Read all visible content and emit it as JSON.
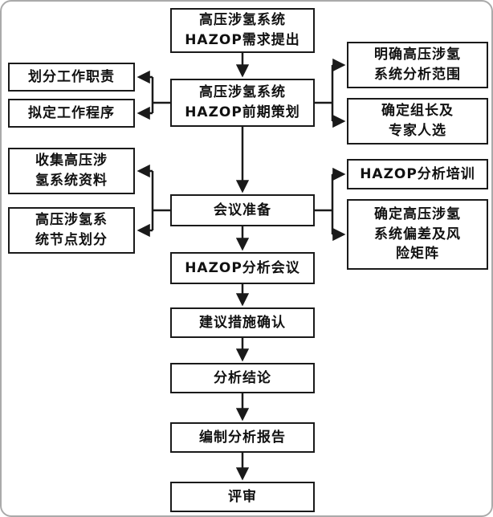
{
  "flowchart": {
    "center": [
      {
        "label": "高压涉氢系统\nHAZOP需求提出"
      },
      {
        "label": "高压涉氢系统\nHAZOP前期策划"
      },
      {
        "label": "会议准备"
      },
      {
        "label": "HAZOP分析会议"
      },
      {
        "label": "建议措施确认"
      },
      {
        "label": "分析结论"
      },
      {
        "label": "编制分析报告"
      },
      {
        "label": "评审"
      }
    ],
    "left": [
      {
        "label": "划分工作职责"
      },
      {
        "label": "拟定工作程序"
      },
      {
        "label": "收集高压涉\n氢系统资料"
      },
      {
        "label": "高压涉氢系\n统节点划分"
      }
    ],
    "right": [
      {
        "label": "明确高压涉氢\n系统分析范围"
      },
      {
        "label": "确定组长及\n专家人选"
      },
      {
        "label": "HAZOP分析培训"
      },
      {
        "label": "确定高压涉氢\n系统偏差及风\n险矩阵"
      }
    ],
    "colors": {
      "line": "#1a1a1a",
      "box_border": "#1a1a1a",
      "background": "#ffffff"
    }
  }
}
